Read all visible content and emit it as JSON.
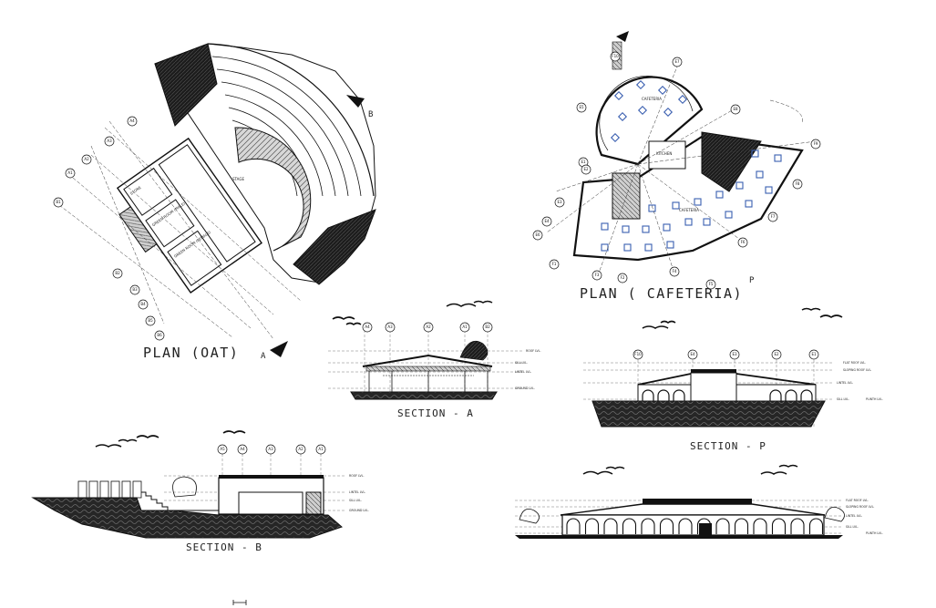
{
  "plans": {
    "oat": {
      "title": "PLAN (OAT)",
      "section_marker": "A",
      "cut_marker": "B",
      "rooms": [
        "STORE",
        "GREEN ROOM (MALE)",
        "GREEN ROOM (FEMALE)",
        "STAGE"
      ],
      "grid_labels": [
        "A4",
        "A3",
        "A2",
        "A1",
        "B1",
        "B2",
        "B3",
        "B4",
        "B5",
        "B6"
      ]
    },
    "cafeteria": {
      "title": "PLAN ( CAFETERIA)",
      "section_marker": "P",
      "rooms": [
        "CAFETERIA",
        "KITCHEN",
        "CAFETERIA"
      ],
      "grid_labels": [
        "E1",
        "E2",
        "E3",
        "E4",
        "E5",
        "E6",
        "E7",
        "E8",
        "F1",
        "F2",
        "F3",
        "F4",
        "F5",
        "F6",
        "F7",
        "F8",
        "F9",
        "F10"
      ]
    }
  },
  "sections": {
    "a": {
      "title": "SECTION - A",
      "grid_labels": [
        "A4",
        "A3",
        "A2",
        "A1",
        "B2"
      ],
      "levels": [
        "ROOF LVL.",
        "SILL LVL.",
        "LINTEL LVL.",
        "GROUND LVL."
      ]
    },
    "p": {
      "title": "SECTION - P",
      "grid_labels": [
        "F10",
        "E4",
        "E3",
        "E2",
        "E1"
      ],
      "levels": [
        "FLAT ROOF LVL.",
        "SLOPING ROOF LVL.",
        "LINTEL LVL.",
        "SILL LVL.",
        "PLINTH LVL."
      ]
    },
    "b": {
      "title": "SECTION - B",
      "grid_labels": [
        "A5",
        "A4",
        "A3",
        "A2",
        "A1"
      ],
      "levels": [
        "ROOF LVL.",
        "LINTEL LVL.",
        "SILL LVL.",
        "GROUND LVL."
      ]
    },
    "elevation": {
      "levels": [
        "FLAT ROOF LVL.",
        "SLOPING ROOF LVL.",
        "LINTEL LVL.",
        "SILL LVL.",
        "PLINTH LVL."
      ]
    }
  }
}
